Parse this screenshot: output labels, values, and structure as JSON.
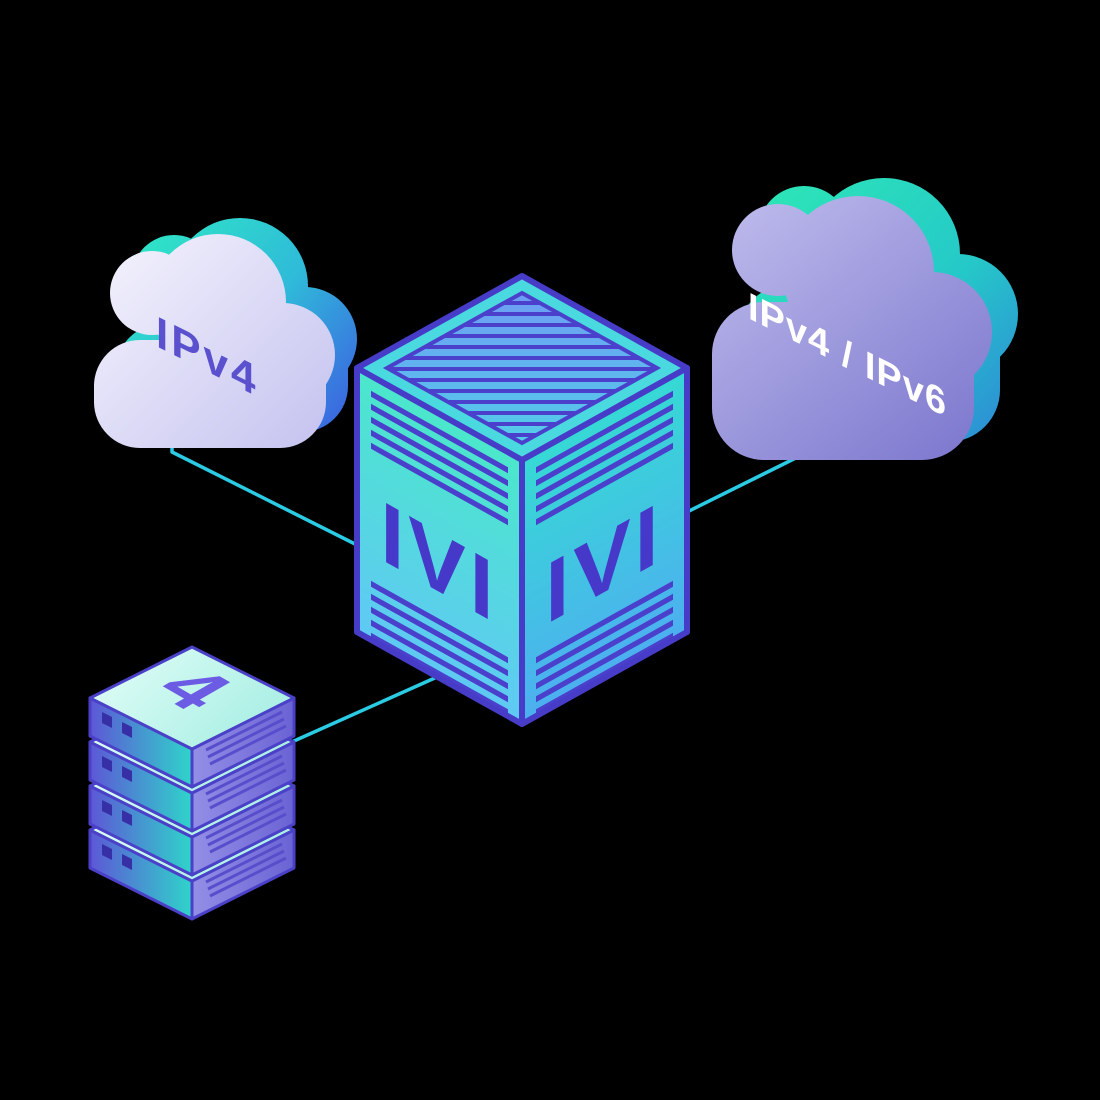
{
  "diagram": {
    "title": "IVI IPv4 / IPv6 translation illustration",
    "background_color": "#000000",
    "connector_color": "#2BCBE4",
    "edge_color": "#463CC8",
    "clouds": {
      "left": {
        "label": "IPv4",
        "label_color": "#5B50CE"
      },
      "right": {
        "label": "IPv4 / IPv6",
        "label_color": "#FFFFFF"
      }
    },
    "translator_box": {
      "left_face_label": "IVI",
      "right_face_label": "IVI",
      "label_color": "#4638C8"
    },
    "server_stack": {
      "top_label": "4",
      "label_color": "#6C5CE4",
      "unit_count": 4
    }
  }
}
